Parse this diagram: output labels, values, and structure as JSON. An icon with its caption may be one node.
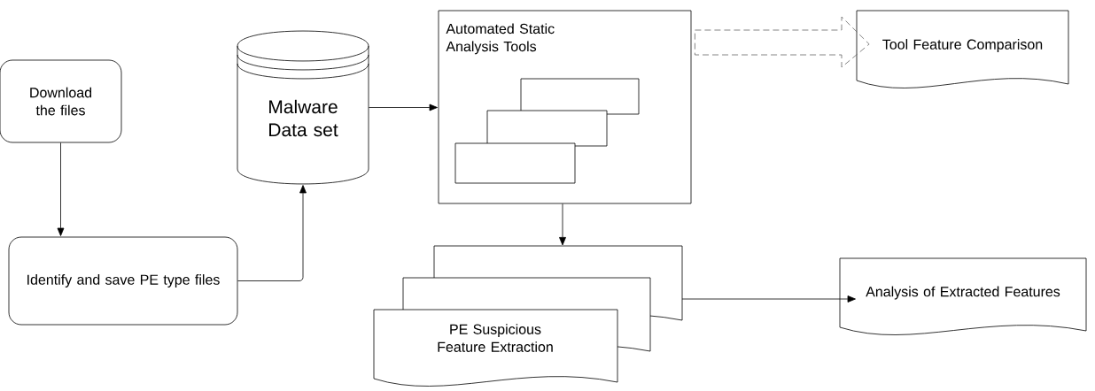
{
  "diagram": {
    "nodes": [
      {
        "text": [
          "Download the files"
        ]
      },
      {
        "text": [
          "Identify and save PE type files"
        ]
      },
      {
        "text": [
          "Malware Data set"
        ]
      },
      {
        "text": [
          "Automated Static Analysis Tools"
        ]
      },
      {
        "text": [],
        "shape": "box",
        "in": 3
      },
      {
        "text": [],
        "shape": "box",
        "in": 3
      },
      {
        "text": [],
        "shape": "box",
        "in": 3
      },
      {
        "text": [
          "PE Suspicious Feature Extraction"
        ]
      },
      {
        "text": [
          "Analysis of Extracted Features"
        ]
      },
      {
        "text": [
          "Tool Feature Comparison"
        ]
      }
    ],
    "edges": [
      {
        "from": 0,
        "to": 1,
        "arrow": "to"
      },
      {
        "from": 1,
        "to": 2,
        "arrow": "to"
      },
      {
        "from": 2,
        "to": 3,
        "arrow": "to"
      },
      {
        "from": 3,
        "to": 7,
        "arrow": "to"
      },
      {
        "from": 7,
        "to": 8,
        "arrow": "to"
      },
      {
        "from": 3,
        "to": 9,
        "arrow": "to",
        "style": "dashed"
      }
    ]
  }
}
